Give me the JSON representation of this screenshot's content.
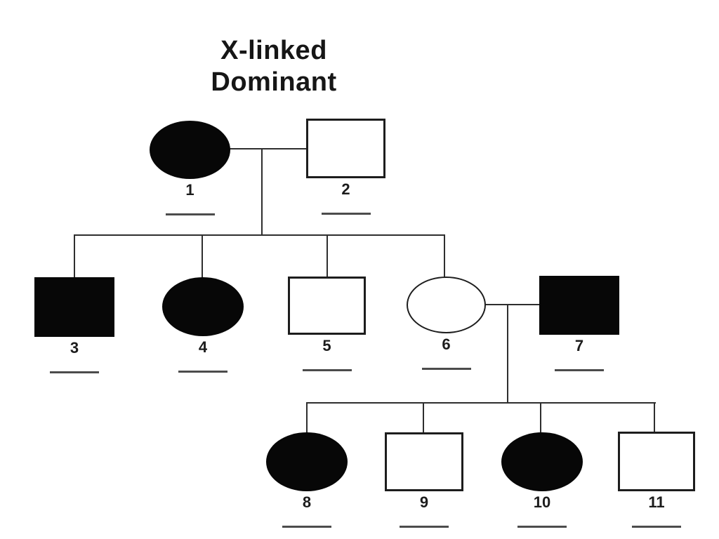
{
  "title": {
    "line1": "X-linked",
    "line2": "Dominant"
  },
  "colors": {
    "ink": "#2e2e2e",
    "symbol_fill": "#070707",
    "background": "#ffffff"
  },
  "pedigree": {
    "type": "pedigree-chart",
    "generations": 3,
    "legend_meaning": "filled symbol = affected, open symbol = unaffected, circle = female, square = male",
    "individuals": [
      {
        "label": "1",
        "sex": "female",
        "affected": true,
        "generation": 1,
        "symbol": "filled-circle"
      },
      {
        "label": "2",
        "sex": "male",
        "affected": false,
        "generation": 1,
        "symbol": "open-square"
      },
      {
        "label": "3",
        "sex": "male",
        "affected": true,
        "generation": 2,
        "symbol": "filled-square"
      },
      {
        "label": "4",
        "sex": "female",
        "affected": true,
        "generation": 2,
        "symbol": "filled-circle"
      },
      {
        "label": "5",
        "sex": "male",
        "affected": false,
        "generation": 2,
        "symbol": "open-square"
      },
      {
        "label": "6",
        "sex": "female",
        "affected": false,
        "generation": 2,
        "symbol": "open-circle"
      },
      {
        "label": "7",
        "sex": "male",
        "affected": true,
        "generation": 2,
        "symbol": "filled-square"
      },
      {
        "label": "8",
        "sex": "female",
        "affected": true,
        "generation": 3,
        "symbol": "filled-circle"
      },
      {
        "label": "9",
        "sex": "male",
        "affected": false,
        "generation": 3,
        "symbol": "open-square"
      },
      {
        "label": "10",
        "sex": "female",
        "affected": true,
        "generation": 3,
        "symbol": "filled-circle"
      },
      {
        "label": "11",
        "sex": "male",
        "affected": false,
        "generation": 3,
        "symbol": "open-square"
      }
    ],
    "couples": [
      {
        "partners": [
          "1",
          "2"
        ],
        "children": [
          "3",
          "4",
          "5",
          "6"
        ]
      },
      {
        "partners": [
          "6",
          "7"
        ],
        "children": [
          "8",
          "9",
          "10",
          "11"
        ]
      }
    ],
    "answer_blanks": 11
  }
}
